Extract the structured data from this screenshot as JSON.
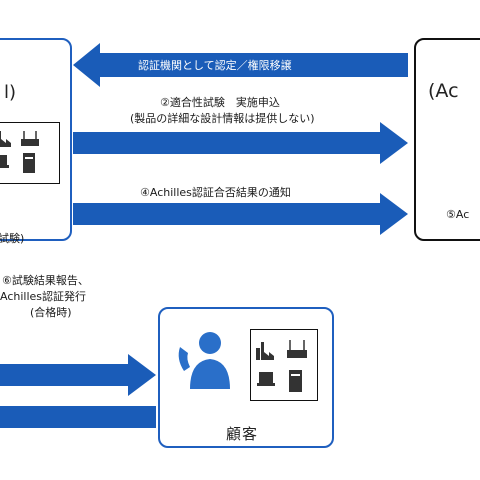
{
  "diagram": {
    "left_box": {
      "partial_text": "l)",
      "caption": "試験)"
    },
    "right_box": {
      "partial_text": "(Ac",
      "caption": "⑤Ac"
    },
    "arrows": [
      {
        "id": "a1",
        "direction": "left",
        "label": "認証機関として認定／権限移譲"
      },
      {
        "id": "a2",
        "direction": "right",
        "label_line1": "②適合性試験　実施申込",
        "label_line2": "(製品の詳細な設計情報は提供しない)"
      },
      {
        "id": "a3",
        "direction": "right",
        "label": "④Achilles認証合否結果の通知"
      },
      {
        "id": "a4",
        "direction": "right",
        "label": ""
      },
      {
        "id": "a5",
        "direction": "right",
        "label": ""
      }
    ],
    "result_label": {
      "line1": "⑥試験結果報告、",
      "line2": "Achilles認証発行",
      "line3": "(合格時)"
    },
    "customer_box": {
      "caption": "顧客"
    }
  },
  "colors": {
    "arrow": "#1a5cb8",
    "box_border": "#1f5fbf",
    "right_border": "#111111",
    "icon_blue": "#2a6fc9"
  }
}
